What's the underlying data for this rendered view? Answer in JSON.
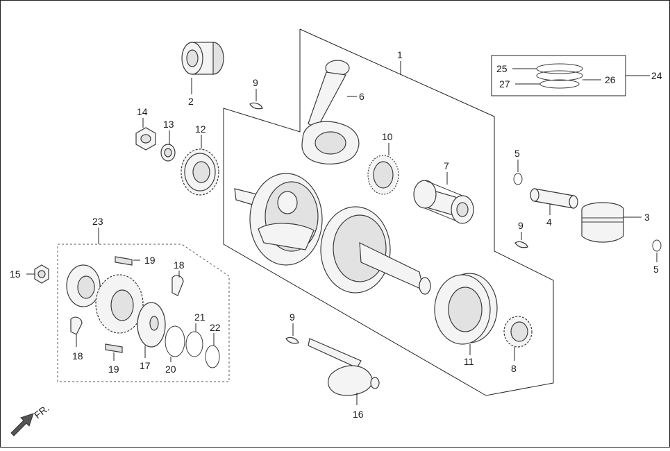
{
  "diagram": {
    "callouts": [
      "1",
      "2",
      "3",
      "4",
      "5",
      "6",
      "7",
      "8",
      "9",
      "10",
      "11",
      "12",
      "13",
      "14",
      "15",
      "16",
      "17",
      "18",
      "19",
      "20",
      "21",
      "22",
      "23",
      "24",
      "25",
      "26",
      "27"
    ],
    "direction_label": "FR."
  }
}
